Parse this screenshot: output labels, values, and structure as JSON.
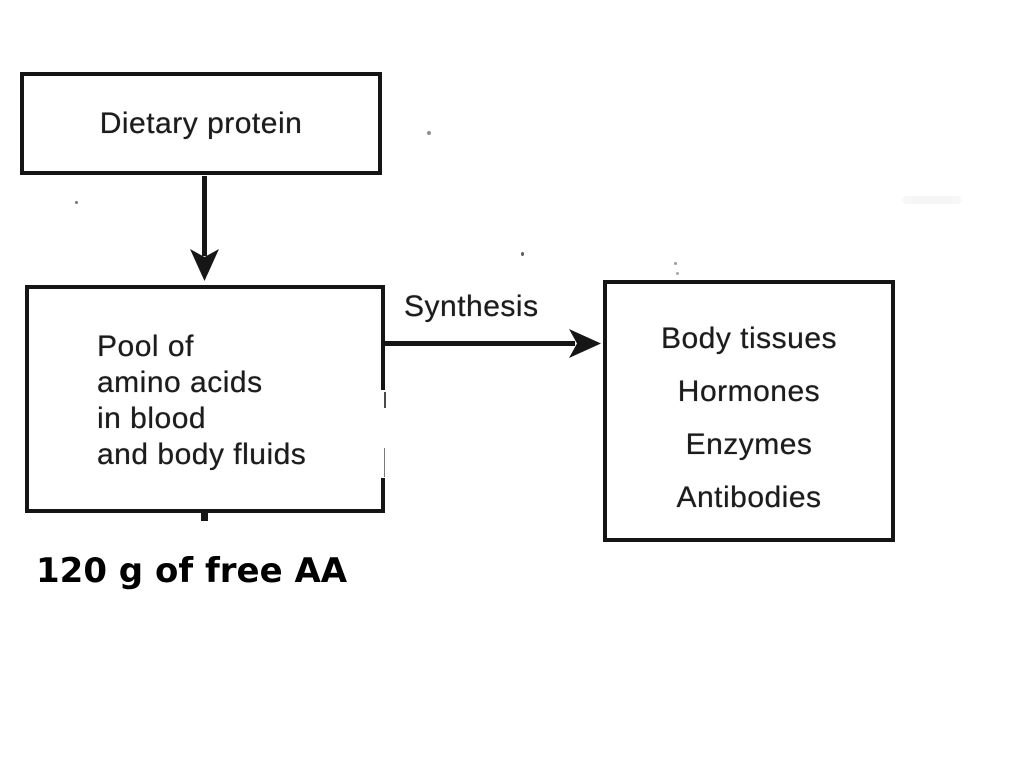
{
  "diagram": {
    "top_box": {
      "label": "Dietary protein"
    },
    "pool_box": {
      "lines": [
        "Pool of",
        "amino acids",
        "in blood",
        "and body fluids"
      ]
    },
    "synthesis_arrow": {
      "label": "Synthesis"
    },
    "output_box": {
      "lines": [
        "Body tissues",
        "Hormones",
        "Enzymes",
        "Antibodies"
      ]
    },
    "annotation": {
      "label": "120 g of free AA"
    },
    "colors": {
      "ink": "#1c1c1c",
      "border": "#151515",
      "background": "#ffffff"
    }
  }
}
